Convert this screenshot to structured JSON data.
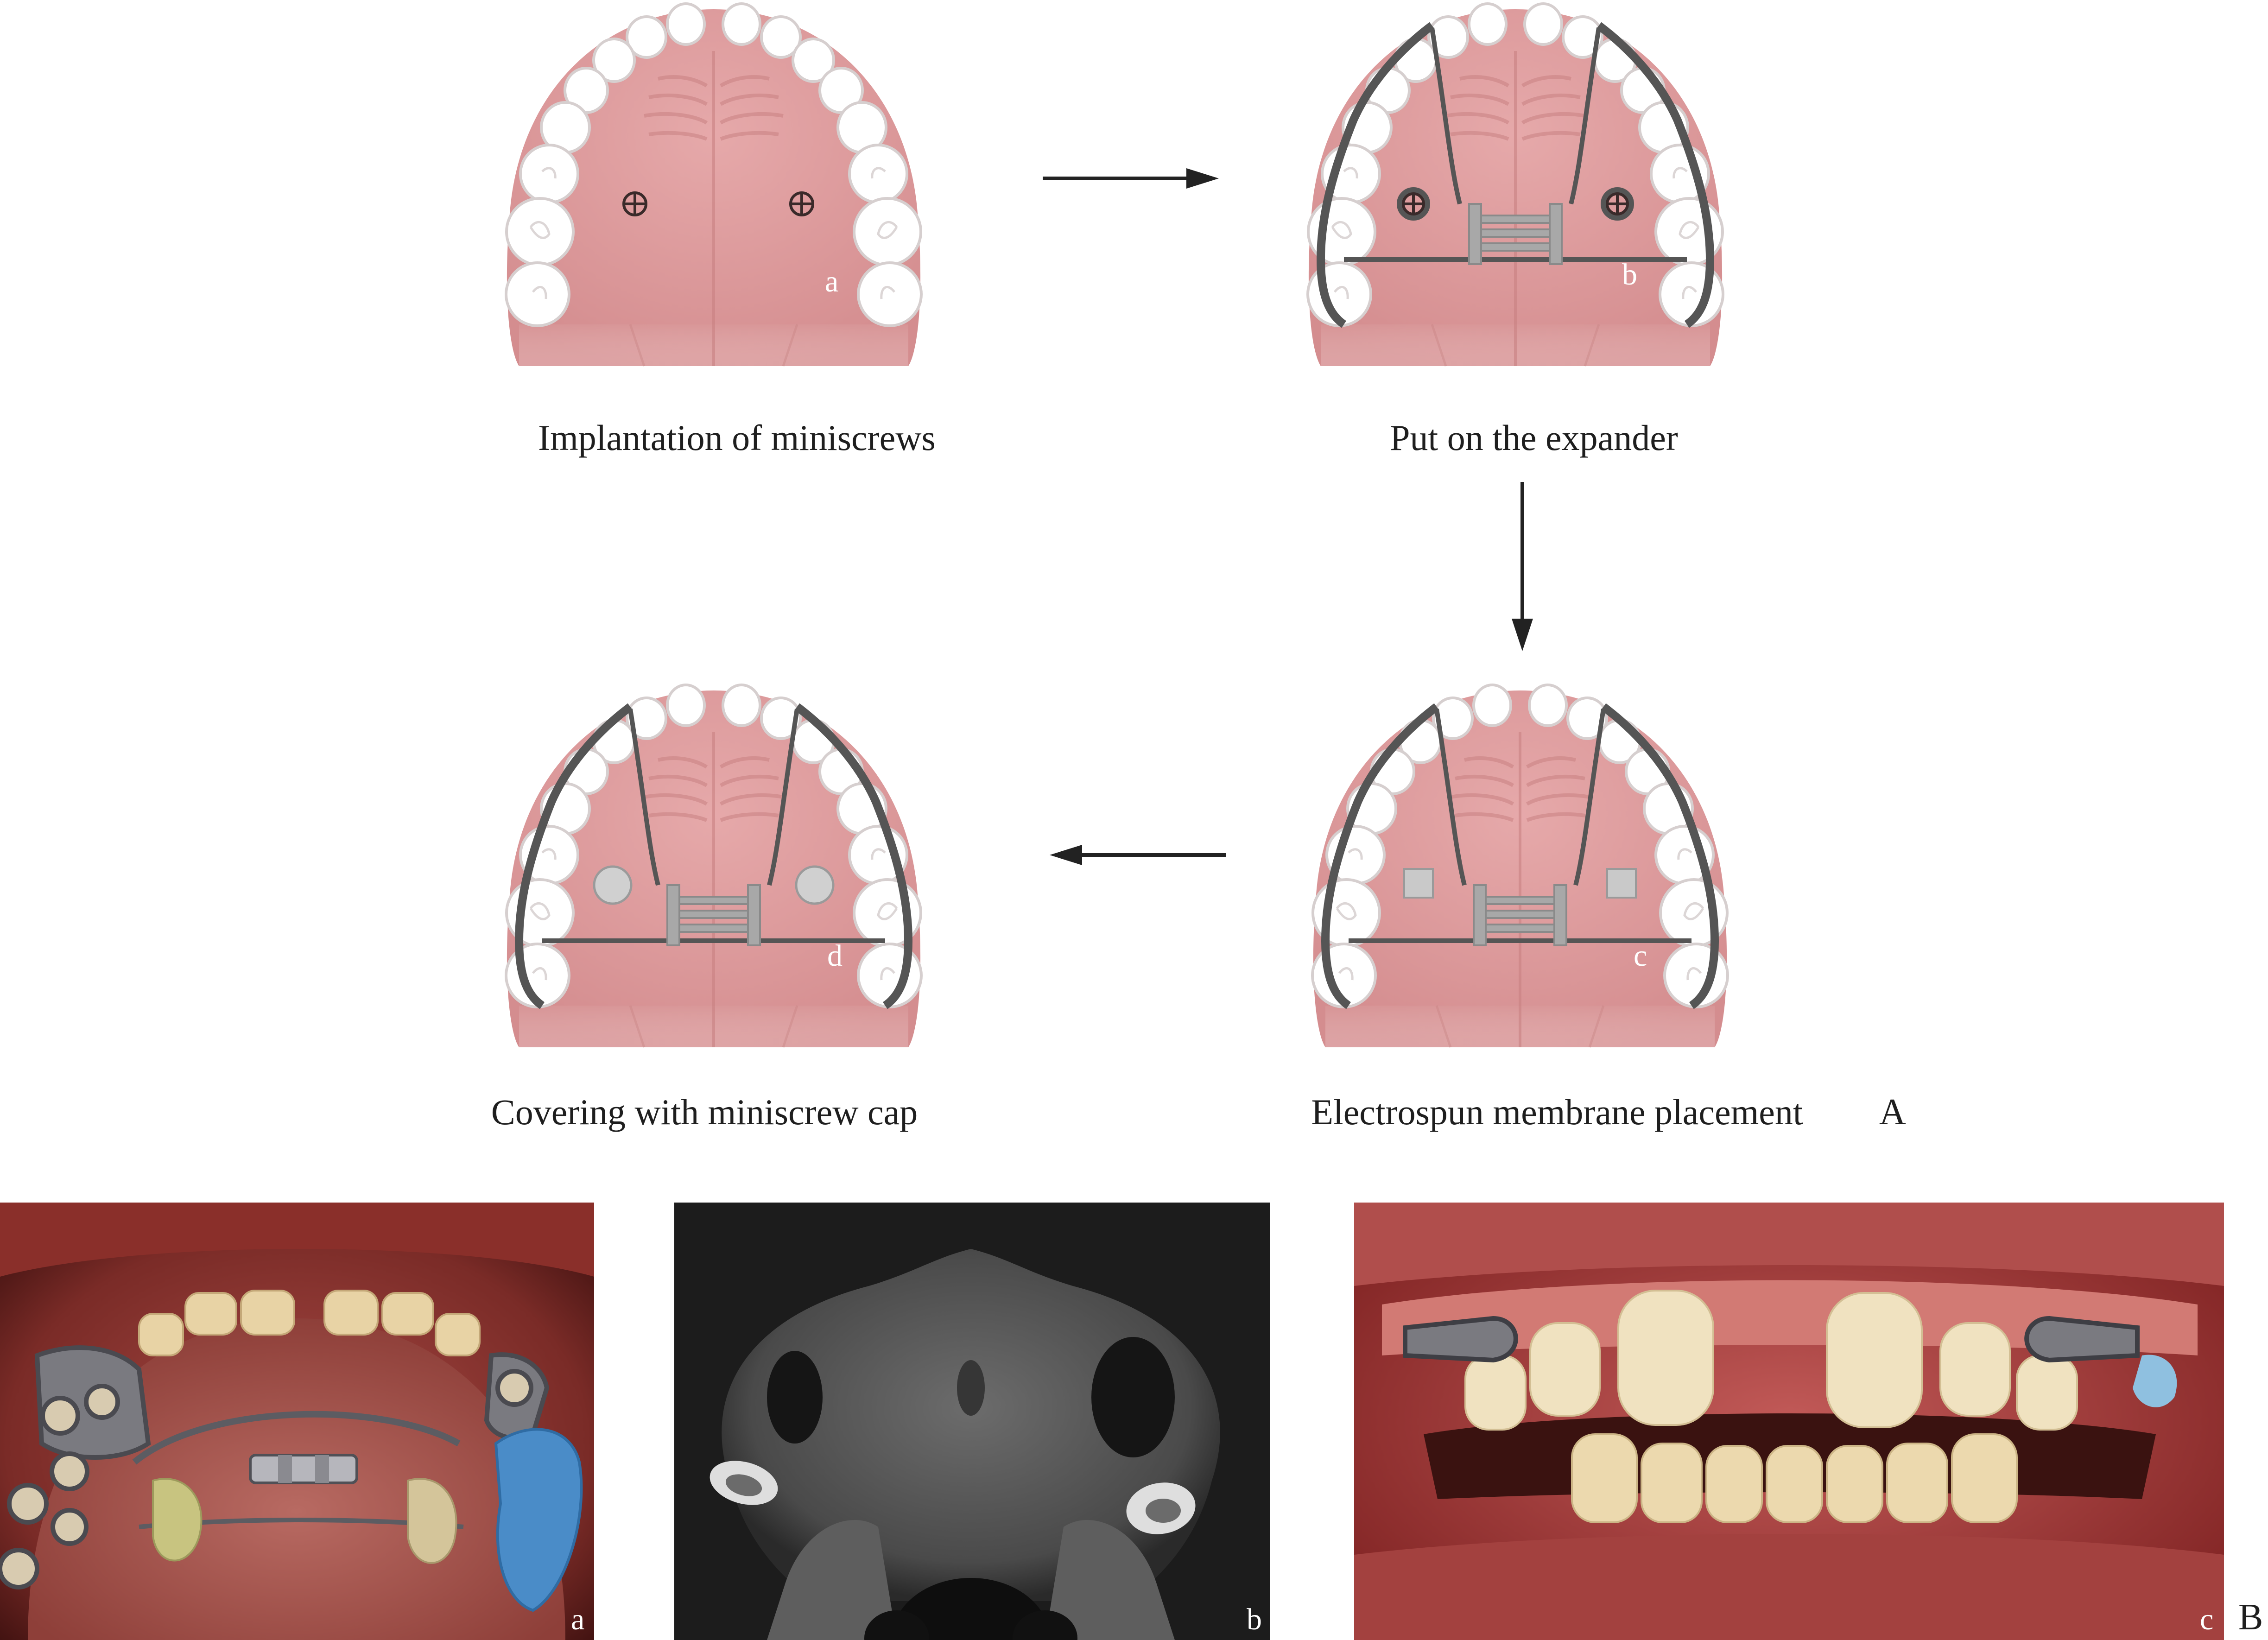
{
  "panel_a": {
    "label": "A",
    "steps": [
      {
        "letter": "a",
        "caption": "Implantation of miniscrews"
      },
      {
        "letter": "b",
        "caption": "Put on the expander"
      },
      {
        "letter": "c",
        "caption": "Electrospun membrane placement"
      },
      {
        "letter": "d",
        "caption": "Covering with miniscrew cap"
      }
    ]
  },
  "panel_b": {
    "label": "B",
    "photos": [
      {
        "letter": "a"
      },
      {
        "letter": "b"
      },
      {
        "letter": "c"
      }
    ]
  },
  "colors": {
    "gum": "#e0a2a3",
    "gum_dark": "#c98182",
    "tooth": "#ffffff",
    "tooth_shade": "#d9d6d6",
    "wire": "#555555",
    "expander": "#9a9a9a",
    "arrow": "#222222"
  }
}
